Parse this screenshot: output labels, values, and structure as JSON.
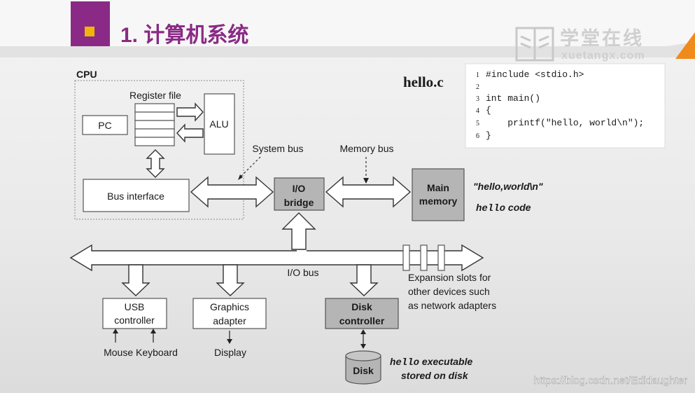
{
  "header": {
    "title": "1. 计算机系统",
    "logo_cn": "学堂在线",
    "logo_en": "xuetangx.com"
  },
  "diagram": {
    "cpu_label": "CPU",
    "register_file": "Register file",
    "pc": "PC",
    "alu": "ALU",
    "bus_interface": "Bus interface",
    "system_bus": "System bus",
    "memory_bus": "Memory bus",
    "io_bridge_line1": "I/O",
    "io_bridge_line2": "bridge",
    "main_memory_line1": "Main",
    "main_memory_line2": "memory",
    "mem_note_1": "\"hello,world\\n\"",
    "mem_note_2_mono": "hello",
    "mem_note_2_rest": " code",
    "io_bus": "I/O bus",
    "usb_line1": "USB",
    "usb_line2": "controller",
    "graphics_line1": "Graphics",
    "graphics_line2": "adapter",
    "disk_ctrl_line1": "Disk",
    "disk_ctrl_line2": "controller",
    "mouse_keyboard": "Mouse Keyboard",
    "display": "Display",
    "disk": "Disk",
    "expansion_line1": "Expansion slots for",
    "expansion_line2": "other devices such",
    "expansion_line3": "as network adapters",
    "disk_note_mono": "hello",
    "disk_note_rest": " executable",
    "disk_note_line2": "stored on disk"
  },
  "code": {
    "filename": "hello.c",
    "lines": [
      {
        "num": "1",
        "text": "#include <stdio.h>"
      },
      {
        "num": "2",
        "text": ""
      },
      {
        "num": "3",
        "text": "int main()"
      },
      {
        "num": "4",
        "text": "{"
      },
      {
        "num": "5",
        "text": "    printf(\"hello, world\\n\");"
      },
      {
        "num": "6",
        "text": "}"
      }
    ]
  },
  "watermark": "https://blog.csdn.net/Edidaughter",
  "colors": {
    "accent_purple": "#8a2a86",
    "accent_yellow": "#f2b40b",
    "accent_orange": "#f08a1a",
    "highlight_gray": "#b5b5b5"
  }
}
